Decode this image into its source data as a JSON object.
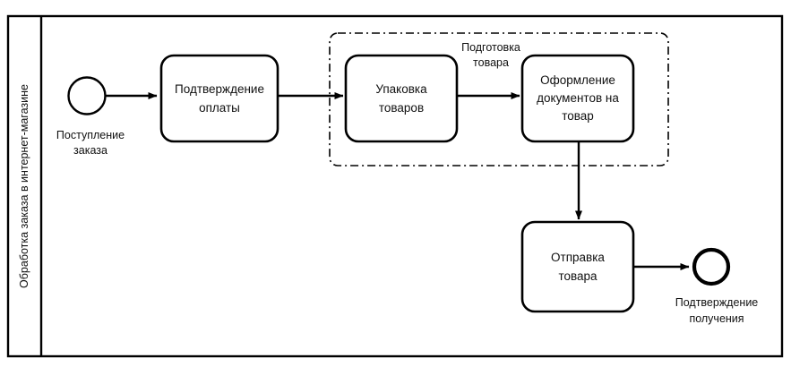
{
  "diagram": {
    "type": "bpmn-process",
    "lane": {
      "title": "Обработка заказа в интернет-магазине"
    },
    "start_event": {
      "name": "start-event",
      "label_line1": "Поступление",
      "label_line2": "заказа",
      "shape": "circle-thin"
    },
    "end_event": {
      "name": "end-event",
      "label_line1": "Подтверждение",
      "label_line2": "получения",
      "shape": "circle-thick"
    },
    "group": {
      "label_line1": "Подготовка",
      "label_line2": "товара",
      "border_style": "dash-dot"
    },
    "tasks": [
      {
        "id": "task-payment-confirmation",
        "line1": "Подтверждение",
        "line2": "оплаты",
        "line3": ""
      },
      {
        "id": "task-packing",
        "line1": "Упаковка",
        "line2": "товаров",
        "line3": ""
      },
      {
        "id": "task-documents",
        "line1": "Оформление",
        "line2": "документов на",
        "line3": "товар"
      },
      {
        "id": "task-shipping",
        "line1": "Отправка",
        "line2": "товара",
        "line3": ""
      }
    ],
    "colors": {
      "stroke": "#000000",
      "fill": "#ffffff",
      "text": "#101010",
      "background": "#ffffff"
    }
  }
}
